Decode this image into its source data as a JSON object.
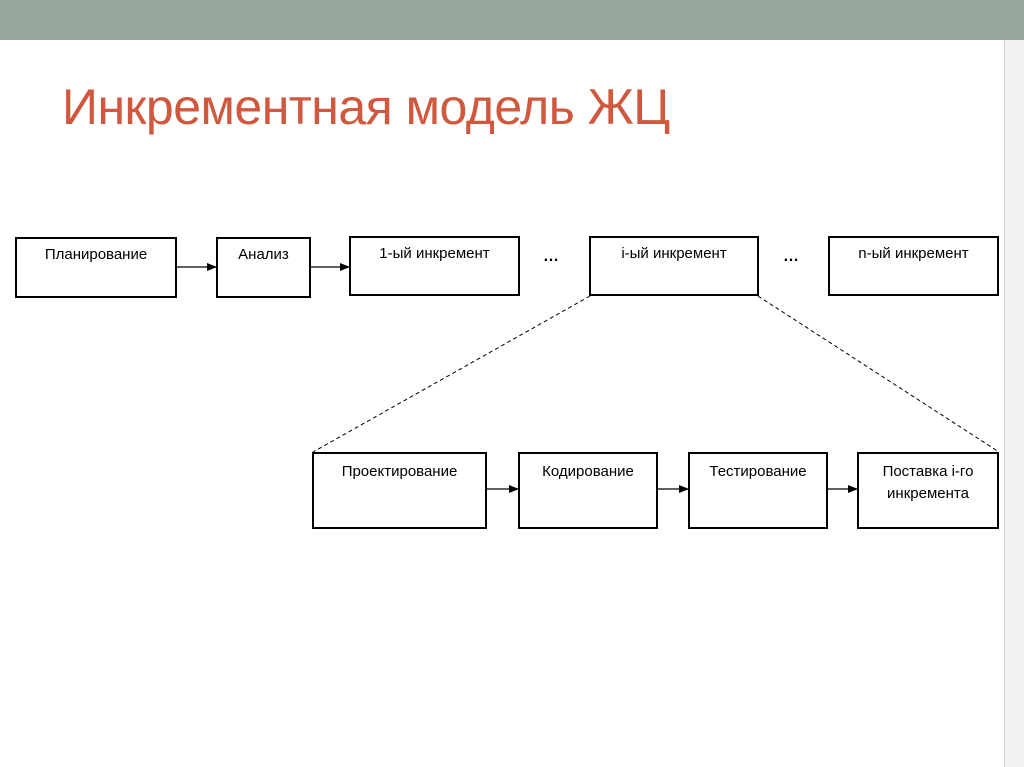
{
  "slide": {
    "title": "Инкрементная модель ЖЦ",
    "colors": {
      "title": "#d0583e",
      "top_bar": "#94a79a",
      "right_edge": "#f2f2f2",
      "right_edge_line": "#cfcfcf",
      "line": "#000000"
    }
  },
  "diagram": {
    "top_row": [
      {
        "id": "planning",
        "label": "Планирование"
      },
      {
        "id": "analysis",
        "label": "Анализ"
      },
      {
        "id": "increment-1",
        "label": "1-ый инкремент"
      },
      {
        "id": "increment-i",
        "label": "i-ый инкремент"
      },
      {
        "id": "increment-n",
        "label": "n-ый инкремент"
      }
    ],
    "ellipsis": "…",
    "bottom_row": [
      {
        "id": "design",
        "label": "Проектирование"
      },
      {
        "id": "coding",
        "label": "Кодирование"
      },
      {
        "id": "testing",
        "label": "Тестирование"
      },
      {
        "id": "delivery",
        "label": "Поставка i-го инкремента"
      }
    ]
  }
}
